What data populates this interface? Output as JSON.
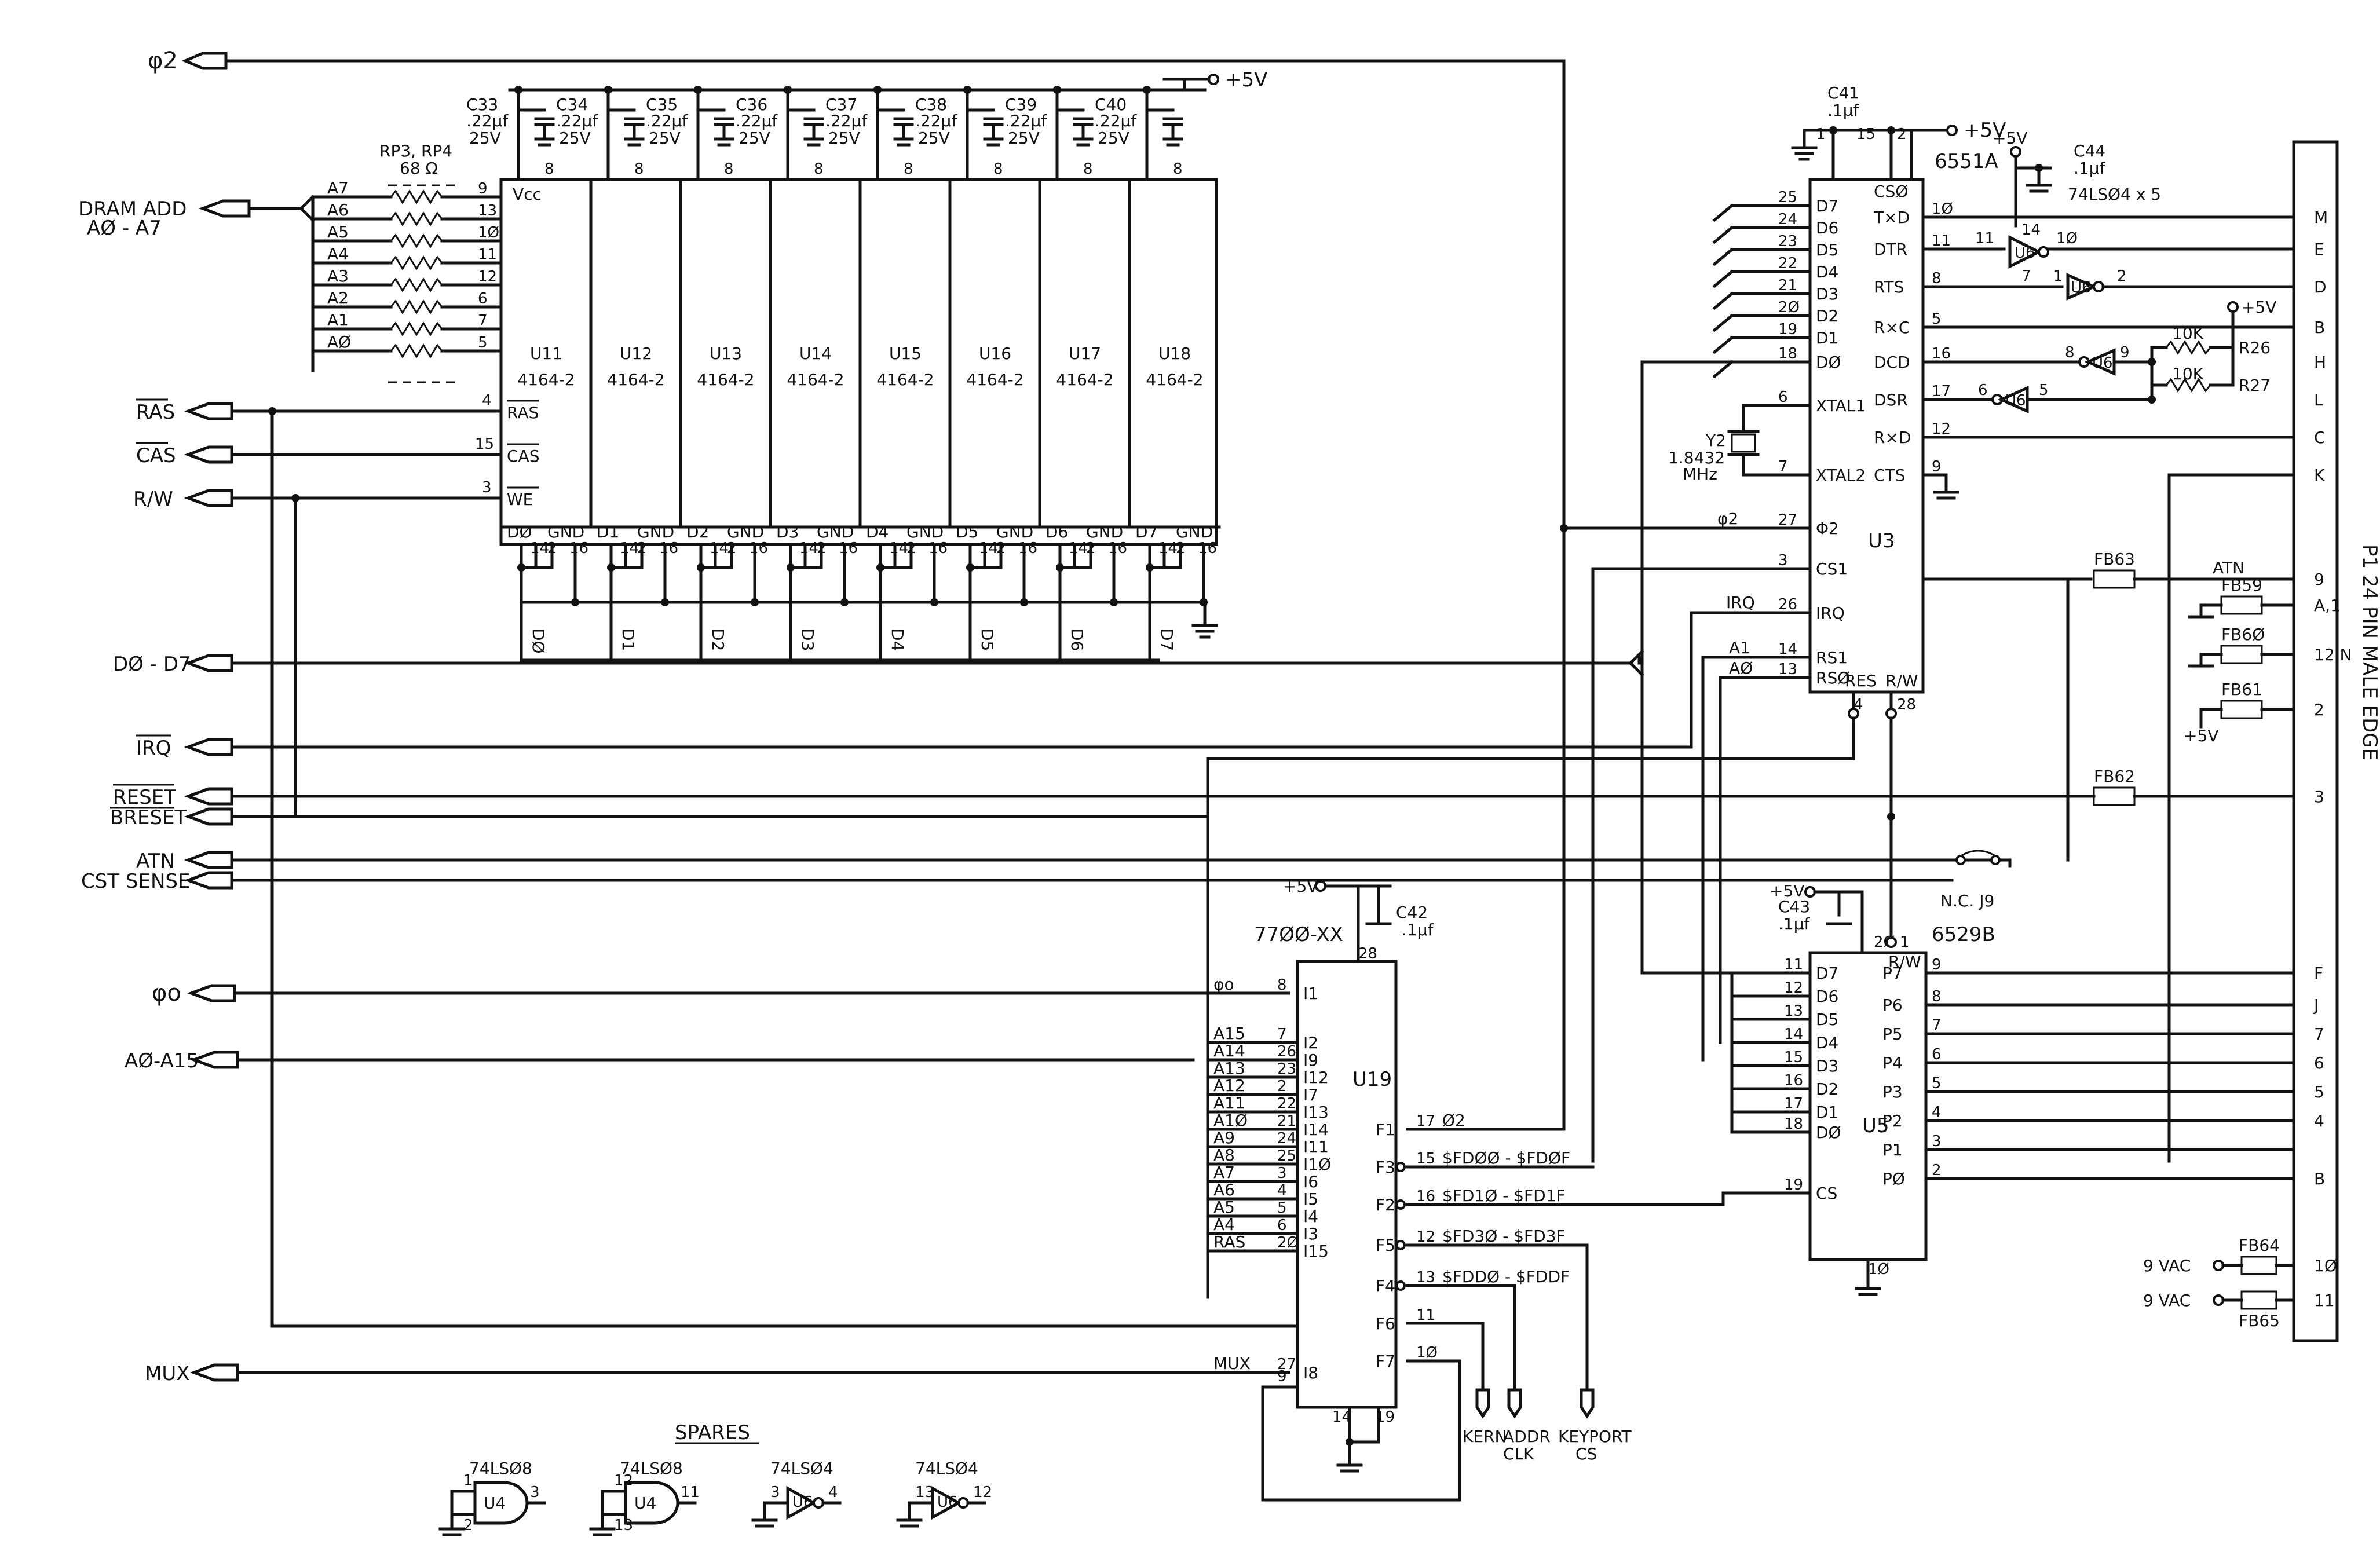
{
  "signals": {
    "phi2": "φ2",
    "dram_add": "DRAM ADD",
    "dram_add2": "AØ - A7",
    "ras": "RAS",
    "cas": "CAS",
    "rw": "R/W",
    "d0d7": "DØ - D7",
    "irq": "IRQ",
    "reset": "RESET",
    "breset": "BRESET",
    "atn": "ATN",
    "cst_sense": "CST SENSE",
    "phi0": "φo",
    "a0a15": "AØ-A15",
    "mux": "MUX",
    "plus5v": "+5V"
  },
  "ram": {
    "chips": [
      "U11",
      "U12",
      "U13",
      "U14",
      "U15",
      "U16",
      "U17",
      "U18"
    ],
    "part": "4164-2",
    "data_pins": [
      "DØ",
      "D1",
      "D2",
      "D3",
      "D4",
      "D5",
      "D6",
      "D7"
    ],
    "addr_pins": [
      "A7",
      "A6",
      "A5",
      "A4",
      "A3",
      "A2",
      "A1",
      "AØ"
    ],
    "addr_nums": [
      "9",
      "13",
      "1Ø",
      "11",
      "12",
      "6",
      "7",
      "5"
    ],
    "vcc": "Vcc",
    "gnd": "GND",
    "ras_pin": "RAS",
    "cas_pin": "CAS",
    "we_pin": "WE",
    "pin_ras": "4",
    "pin_cas": "15",
    "pin_we": "3",
    "pin8": "8",
    "pin14": "14",
    "pin2": "2",
    "pin16": "16"
  },
  "resnet": {
    "name": "RP3, RP4",
    "value": "68 Ω"
  },
  "caps": {
    "names": [
      "C33",
      "C34",
      "C35",
      "C36",
      "C37",
      "C38",
      "C39",
      "C40"
    ],
    "value": ".22μf",
    "voltage": "25V"
  },
  "u3": {
    "name": "6551A",
    "ref": "U3",
    "left_pins": [
      "D7",
      "D6",
      "D5",
      "D4",
      "D3",
      "D2",
      "D1",
      "DØ",
      "XTAL1",
      "XTAL2",
      "Φ2",
      "CS1",
      "IRQ",
      "RS1",
      "RSØ"
    ],
    "left_nums": [
      "25",
      "24",
      "23",
      "22",
      "21",
      "2Ø",
      "19",
      "18",
      "6",
      "7",
      "27",
      "3",
      "26",
      "14",
      "13"
    ],
    "right_pins": [
      "CSØ",
      "T×D",
      "DTR",
      "RTS",
      "R×C",
      "DCD",
      "DSR",
      "R×D",
      "CTS"
    ],
    "right_nums": [
      "1Ø",
      "11",
      "8",
      "5",
      "16",
      "17",
      "12",
      "9"
    ],
    "bottom_pins": [
      "RES",
      "R/W"
    ],
    "bottom_nums": [
      "4",
      "28"
    ],
    "top_nums": [
      "1",
      "15",
      "2"
    ],
    "cap": "C41",
    "cap_val": ".1μf",
    "xtal": "Y2",
    "xtal_freq": "1.8432",
    "xtal_unit": "MHz",
    "ext_labels": [
      "φ2",
      "IRQ",
      "A1",
      "AØ"
    ]
  },
  "u5": {
    "name": "6529B",
    "ref": "U5",
    "left_pins": [
      "D7",
      "D6",
      "D5",
      "D4",
      "D3",
      "D2",
      "D1",
      "DØ",
      "CS"
    ],
    "left_nums": [
      "11",
      "12",
      "13",
      "14",
      "15",
      "16",
      "17",
      "18",
      "19"
    ],
    "right_pins": [
      "P7",
      "P6",
      "P5",
      "P4",
      "P3",
      "P2",
      "P1",
      "PØ"
    ],
    "right_nums": [
      "9",
      "8",
      "7",
      "6",
      "5",
      "4",
      "3",
      "2"
    ],
    "top_labels": [
      "R/W",
      "2Ø",
      "1"
    ],
    "bottom": "1Ø",
    "cap": "C43",
    "cap_val": ".1μf"
  },
  "u6": {
    "title": "74LSØ4 x 5",
    "cap": "C44",
    "cap_val": ".1μf",
    "name": "U6",
    "pins": [
      "11",
      "1Ø",
      "1",
      "2",
      "8",
      "9",
      "6",
      "5",
      "14",
      "7"
    ],
    "res": [
      "10K",
      "10K"
    ],
    "res_names": [
      "R26",
      "R27"
    ]
  },
  "u19": {
    "name": "77ØØ-XX",
    "ref": "U19",
    "inputs": [
      "I1",
      "I2",
      "I9",
      "I12",
      "I7",
      "I13",
      "I14",
      "I11",
      "I1Ø",
      "I6",
      "I5",
      "I4",
      "I3",
      "I15",
      "I8"
    ],
    "in_labels": [
      "φo",
      "A15",
      "A14",
      "A13",
      "A12",
      "A11",
      "A1Ø",
      "A9",
      "A8",
      "A7",
      "A6",
      "A5",
      "A4",
      "RAS",
      "MUX"
    ],
    "in_nums": [
      "8",
      "7",
      "26",
      "23",
      "2",
      "22",
      "21",
      "24",
      "25",
      "3",
      "4",
      "5",
      "6",
      "2Ø",
      "27"
    ],
    "outputs": [
      "F1",
      "F3",
      "F2",
      "F5",
      "F4",
      "F6",
      "F7"
    ],
    "out_nums": [
      "17",
      "15",
      "16",
      "12",
      "13",
      "11",
      "1Ø"
    ],
    "out_labels": [
      "Ø2",
      "$FDØØ - $FDØF",
      "$FD1Ø - $FD1F",
      "$FD3Ø - $FD3F",
      "$FDDØ - $FDDF"
    ],
    "cap": "C42",
    "cap_val": ".1μf",
    "top": "28",
    "bot": [
      "14",
      "19"
    ],
    "pin9": "9",
    "cs_labels": [
      "KERN",
      "ADDR",
      "CLK",
      "KEYPORT",
      "CS"
    ]
  },
  "edge": {
    "title": "P1  24 PIN  MALE EDGE",
    "pins": [
      "M",
      "E",
      "D",
      "B",
      "H",
      "L",
      "C",
      "K",
      "9",
      "A,1",
      "12,N",
      "2",
      "3",
      "F",
      "J",
      "7",
      "6",
      "5",
      "4",
      "B",
      "1Ø",
      "11"
    ],
    "fb": [
      "FB63",
      "FB59",
      "FB6Ø",
      "FB61",
      "FB62",
      "FB64",
      "FB65"
    ],
    "vac": "9 VAC",
    "nc": "N.C. J9"
  },
  "spares": {
    "title": "SPARES",
    "parts": [
      "74LSØ8",
      "74LSØ8",
      "74LSØ4",
      "74LSØ4"
    ],
    "refs": [
      "U4",
      "U4",
      "U6",
      "U6"
    ],
    "pins": [
      [
        "1",
        "2",
        "3"
      ],
      [
        "12",
        "13",
        "11"
      ],
      [
        "3",
        "4"
      ],
      [
        "13",
        "12"
      ]
    ]
  }
}
